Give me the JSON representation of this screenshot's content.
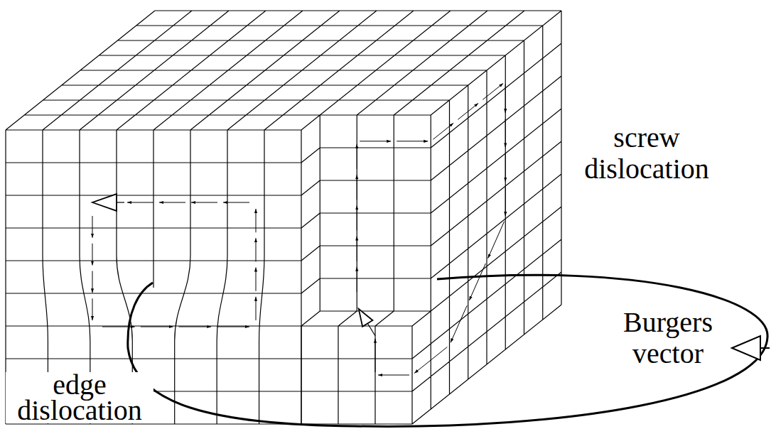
{
  "diagram": {
    "labels": [
      "screw dislocation",
      "Burgers vector",
      "edge dislocation"
    ]
  }
}
